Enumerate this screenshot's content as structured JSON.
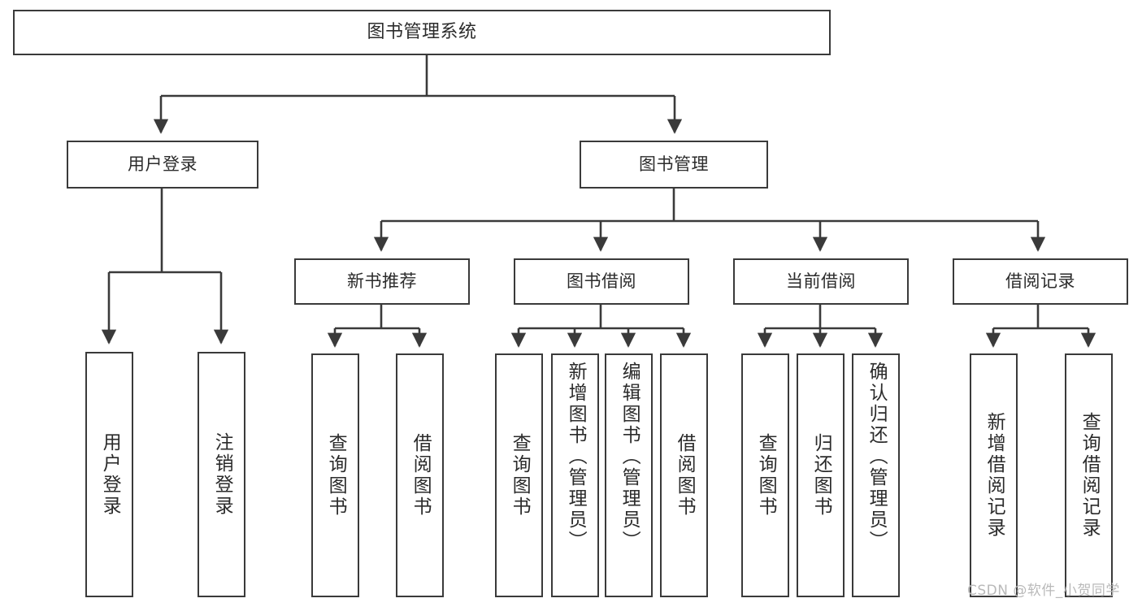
{
  "diagram": {
    "title": "图书管理系统",
    "type": "tree",
    "colors": {
      "stroke": "#3a3a3a",
      "text": "#2b2b2b",
      "background": "#ffffff",
      "watermark": "#b9b9b9"
    },
    "watermark": "CSDN @软件_小贺同学",
    "nodes": {
      "root": {
        "label": "图书管理系统"
      },
      "level2": [
        {
          "label": "用户登录"
        },
        {
          "label": "图书管理"
        }
      ],
      "level3": [
        {
          "label": "新书推荐"
        },
        {
          "label": "图书借阅"
        },
        {
          "label": "当前借阅"
        },
        {
          "label": "借阅记录"
        }
      ],
      "leaves_user_login": [
        {
          "label": "用户登录"
        },
        {
          "label": "注销登录"
        }
      ],
      "leaves_new_book": [
        {
          "label": "查询图书"
        },
        {
          "label": "借阅图书"
        }
      ],
      "leaves_borrow": [
        {
          "label": "查询图书"
        },
        {
          "label": "新增图书（管理员）"
        },
        {
          "label": "编辑图书（管理员）"
        },
        {
          "label": "借阅图书"
        }
      ],
      "leaves_current": [
        {
          "label": "查询图书"
        },
        {
          "label": "归还图书"
        },
        {
          "label": "确认归还（管理员）"
        }
      ],
      "leaves_record": [
        {
          "label": "新增借阅记录"
        },
        {
          "label": "查询借阅记录"
        }
      ]
    }
  }
}
